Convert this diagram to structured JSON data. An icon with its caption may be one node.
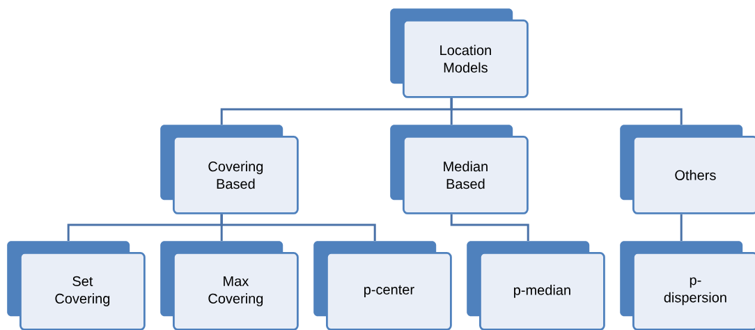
{
  "diagram": {
    "nodes": [
      {
        "text": [
          "Location Models"
        ]
      },
      {
        "text": [
          "Covering Based"
        ]
      },
      {
        "text": [
          "Median Based"
        ]
      },
      {
        "text": [
          "Others"
        ]
      },
      {
        "text": [
          "Set Covering"
        ]
      },
      {
        "text": [
          "Max Covering"
        ]
      },
      {
        "text": [
          "p-center"
        ]
      },
      {
        "text": [
          "p-median"
        ]
      },
      {
        "text": [
          "p-dispersion"
        ]
      }
    ],
    "edges": [
      {
        "from": 0,
        "to": 1,
        "arrow": "none"
      },
      {
        "from": 0,
        "to": 2,
        "arrow": "none"
      },
      {
        "from": 0,
        "to": 3,
        "arrow": "none"
      },
      {
        "from": 1,
        "to": 4,
        "arrow": "none"
      },
      {
        "from": 1,
        "to": 5,
        "arrow": "none"
      },
      {
        "from": 1,
        "to": 6,
        "arrow": "none"
      },
      {
        "from": 2,
        "to": 7,
        "arrow": "none"
      },
      {
        "from": 3,
        "to": 8,
        "arrow": "none"
      }
    ]
  }
}
